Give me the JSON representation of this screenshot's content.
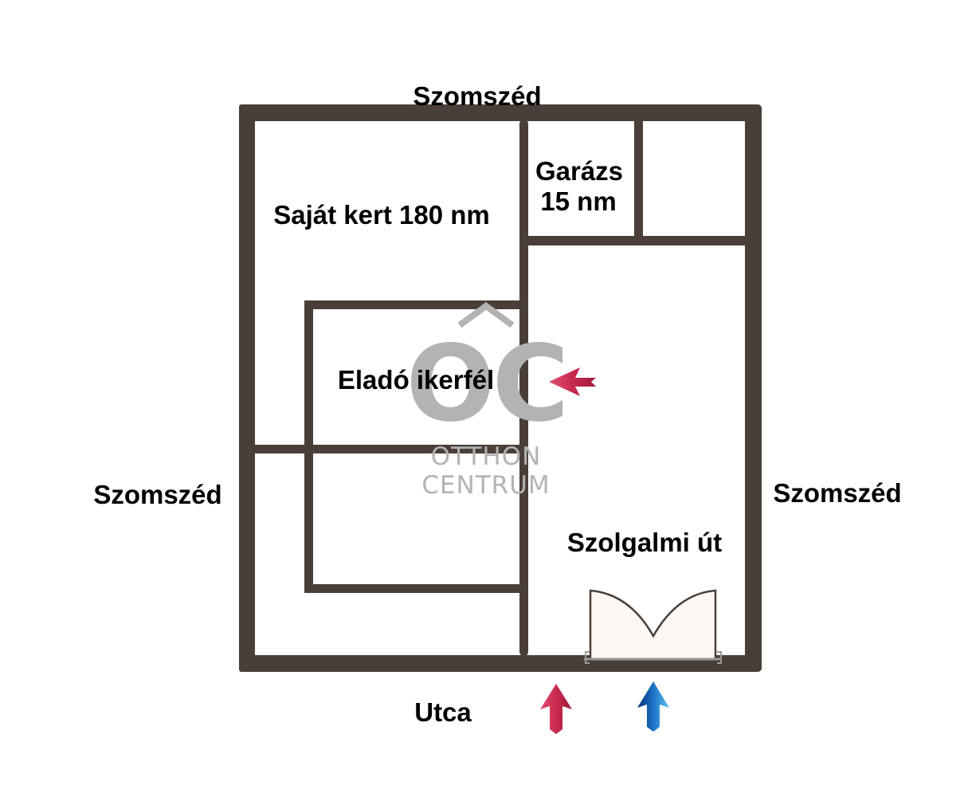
{
  "labels": {
    "top": "Szomszéd",
    "left": "Szomszéd",
    "right": "Szomszéd",
    "bottom": "Utca",
    "garden": "Saját kert 180 nm",
    "garage_line1": "Garázs",
    "garage_line2": "15 nm",
    "house": "Eladó ikerfél",
    "easement": "Szolgalmi út"
  },
  "watermark": {
    "logo": "OC",
    "line1": "OTTHON",
    "line2": "CENTRUM"
  },
  "colors": {
    "wall": "#4a3f38",
    "arrow_red": "#c8294f",
    "arrow_blue": "#1a73c8",
    "gate_fill": "#fcf7f2",
    "watermark": "#b3b3b3"
  },
  "icons": {
    "house_marker": "arrow-left-icon",
    "entry_pedestrian": "arrow-up-red-icon",
    "entry_vehicle": "arrow-up-blue-icon",
    "gate": "double-gate-icon"
  }
}
